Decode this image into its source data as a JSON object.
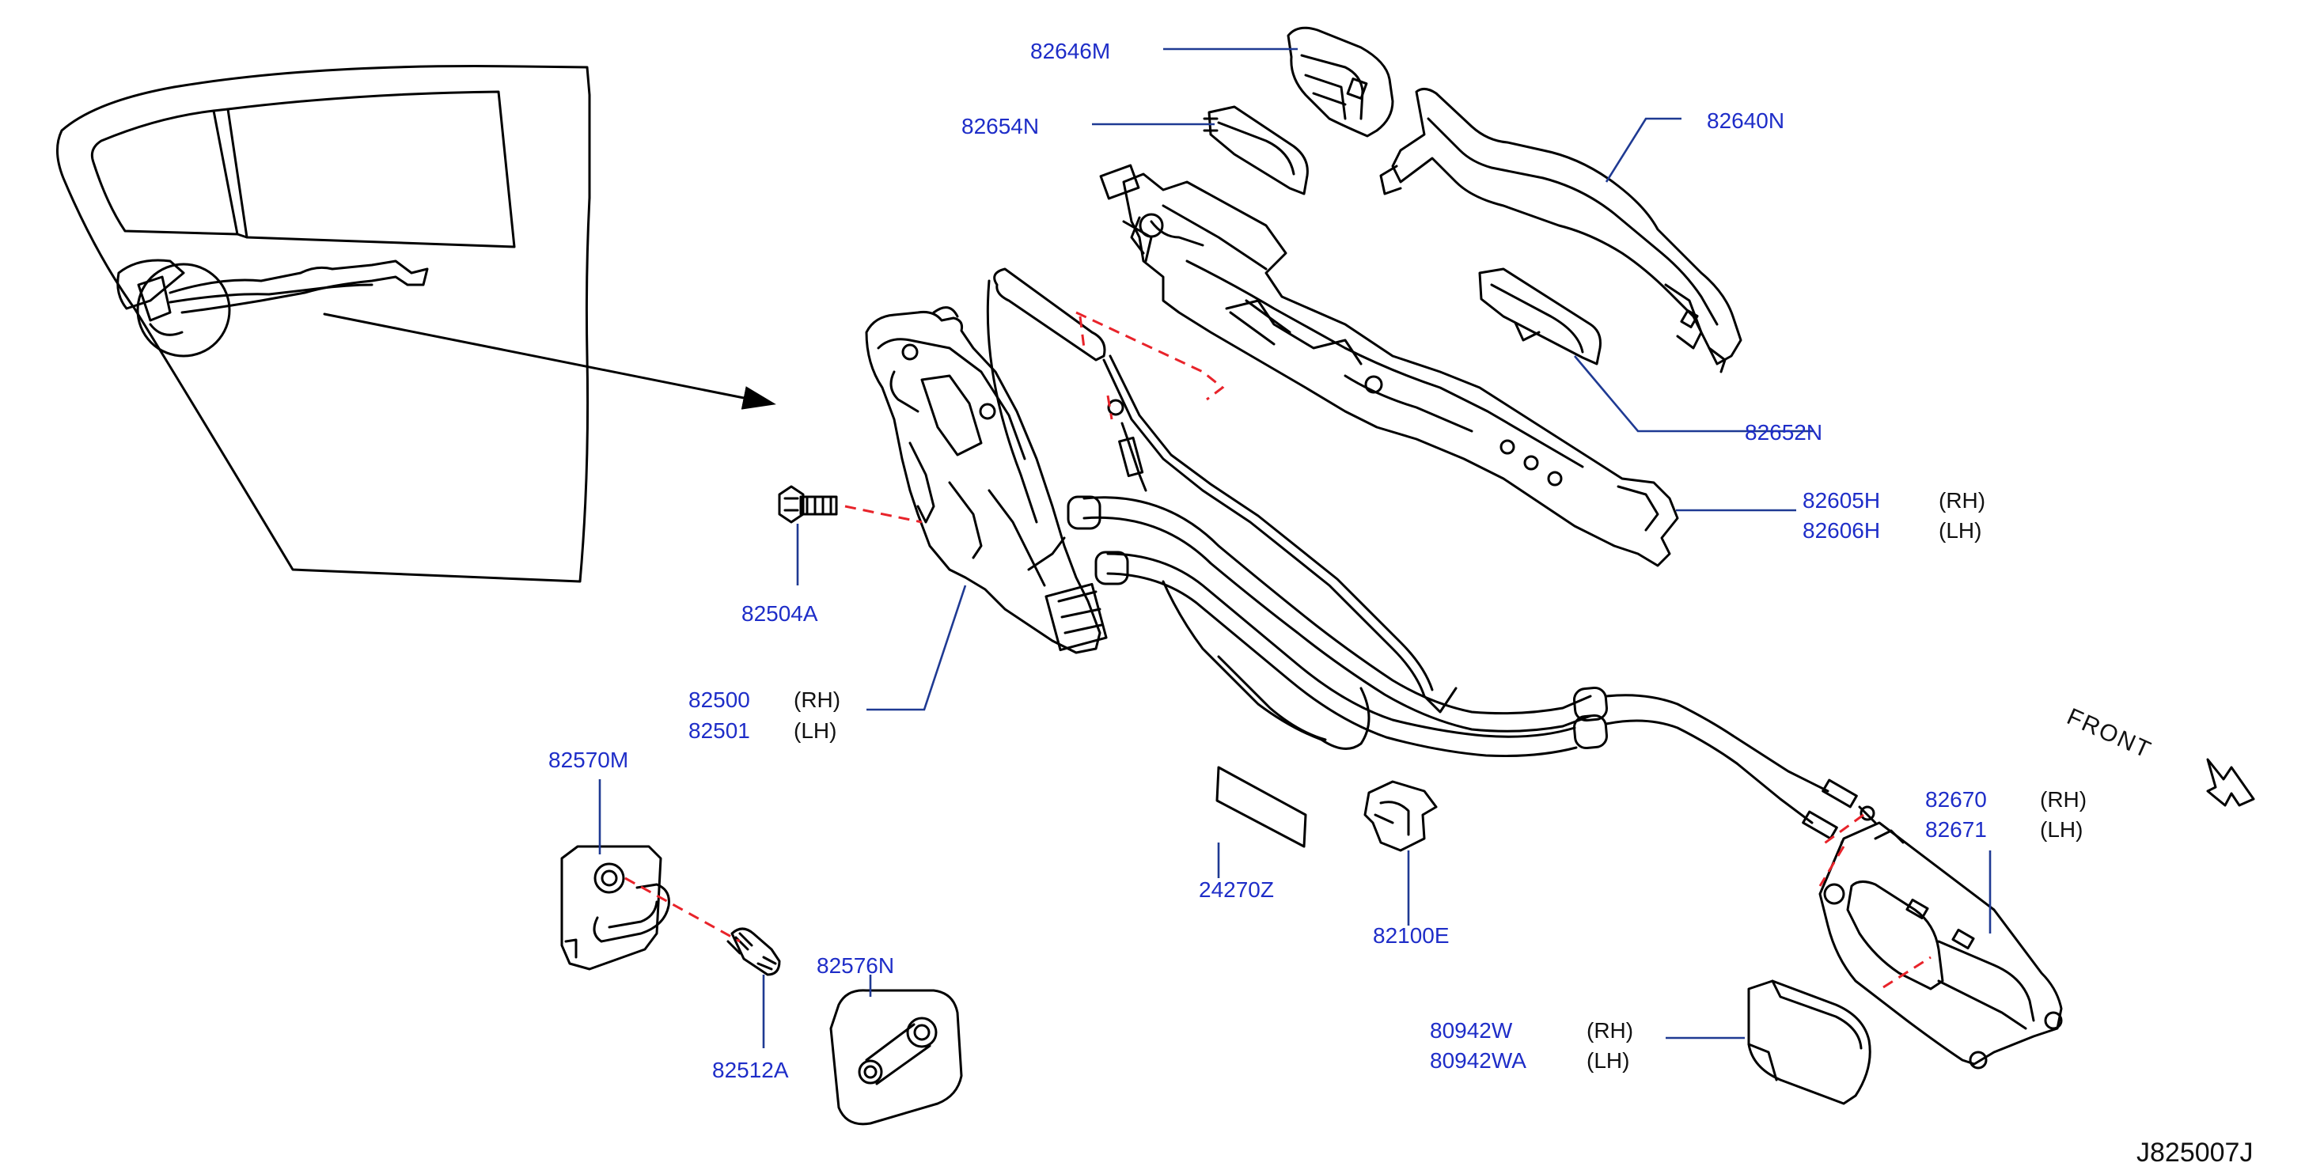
{
  "diagram_code": "J825007J",
  "direction_label": "FRONT",
  "parts": [
    {
      "key": "p82646M",
      "code": "82646M"
    },
    {
      "key": "p82654N",
      "code": "82654N"
    },
    {
      "key": "p82640N",
      "code": "82640N"
    },
    {
      "key": "p82652N",
      "code": "82652N"
    },
    {
      "key": "p82605H",
      "code": "82605H",
      "side": "(RH)"
    },
    {
      "key": "p82606H",
      "code": "82606H",
      "side": "(LH)"
    },
    {
      "key": "p82504A",
      "code": "82504A"
    },
    {
      "key": "p82500",
      "code": "82500",
      "side": "(RH)"
    },
    {
      "key": "p82501",
      "code": "82501",
      "side": "(LH)"
    },
    {
      "key": "p82570M",
      "code": "82570M"
    },
    {
      "key": "p24270Z",
      "code": "24270Z"
    },
    {
      "key": "p82100E",
      "code": "82100E"
    },
    {
      "key": "p82670",
      "code": "82670",
      "side": "(RH)"
    },
    {
      "key": "p82671",
      "code": "82671",
      "side": "(LH)"
    },
    {
      "key": "p82576N",
      "code": "82576N"
    },
    {
      "key": "p82512A",
      "code": "82512A"
    },
    {
      "key": "p80942W",
      "code": "80942W",
      "side": "(RH)"
    },
    {
      "key": "p80942WA",
      "code": "80942WA",
      "side": "(LH)"
    }
  ]
}
